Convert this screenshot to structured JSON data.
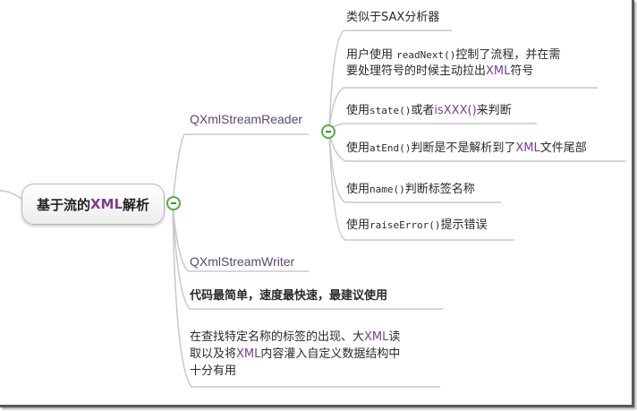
{
  "mindmap": {
    "root": {
      "label_prefix": "基于流的",
      "label_xml": "XML",
      "label_suffix": "解析"
    },
    "reader": {
      "label": "QXmlStreamReader",
      "children": [
        {
          "text": "类似于SAX分析器"
        },
        {
          "line1_prefix": "用户使用 ",
          "line1_code": "readNext()",
          "line1_suffix": "控制了流程，并在需",
          "line2_prefix": "要处理符号的时候主动拉出",
          "line2_xml": "XML",
          "line2_suffix": "符号"
        },
        {
          "prefix": "使用",
          "code": "state()",
          "middle": "或者",
          "accent": "isXXX()",
          "suffix": "来判断"
        },
        {
          "prefix": "使用",
          "code": "atEnd()",
          "middle": "判断是不是解析到了",
          "accent": "XML",
          "suffix": "文件尾部"
        },
        {
          "prefix": "使用",
          "code": "name()",
          "suffix": "判断标签名称"
        },
        {
          "prefix": "使用",
          "code": "raiseError()",
          "suffix": "提示错误"
        }
      ]
    },
    "writer": {
      "label": "QXmlStreamWriter"
    },
    "note_bold": "代码最简单，速度最快速，最建议使用",
    "note_usage": {
      "line1_prefix": "在查找特定名称的标签的出现、大",
      "line1_xml": "XML",
      "line1_suffix": "读",
      "line2_prefix": "取以及将",
      "line2_xml": "XML",
      "line2_suffix": "内容灌入自定义数据结构中",
      "line3": "十分有用"
    },
    "colors": {
      "toggle": "#4fae3a",
      "accent_text": "#7a3e8e",
      "link": "#c8c8c8"
    }
  }
}
